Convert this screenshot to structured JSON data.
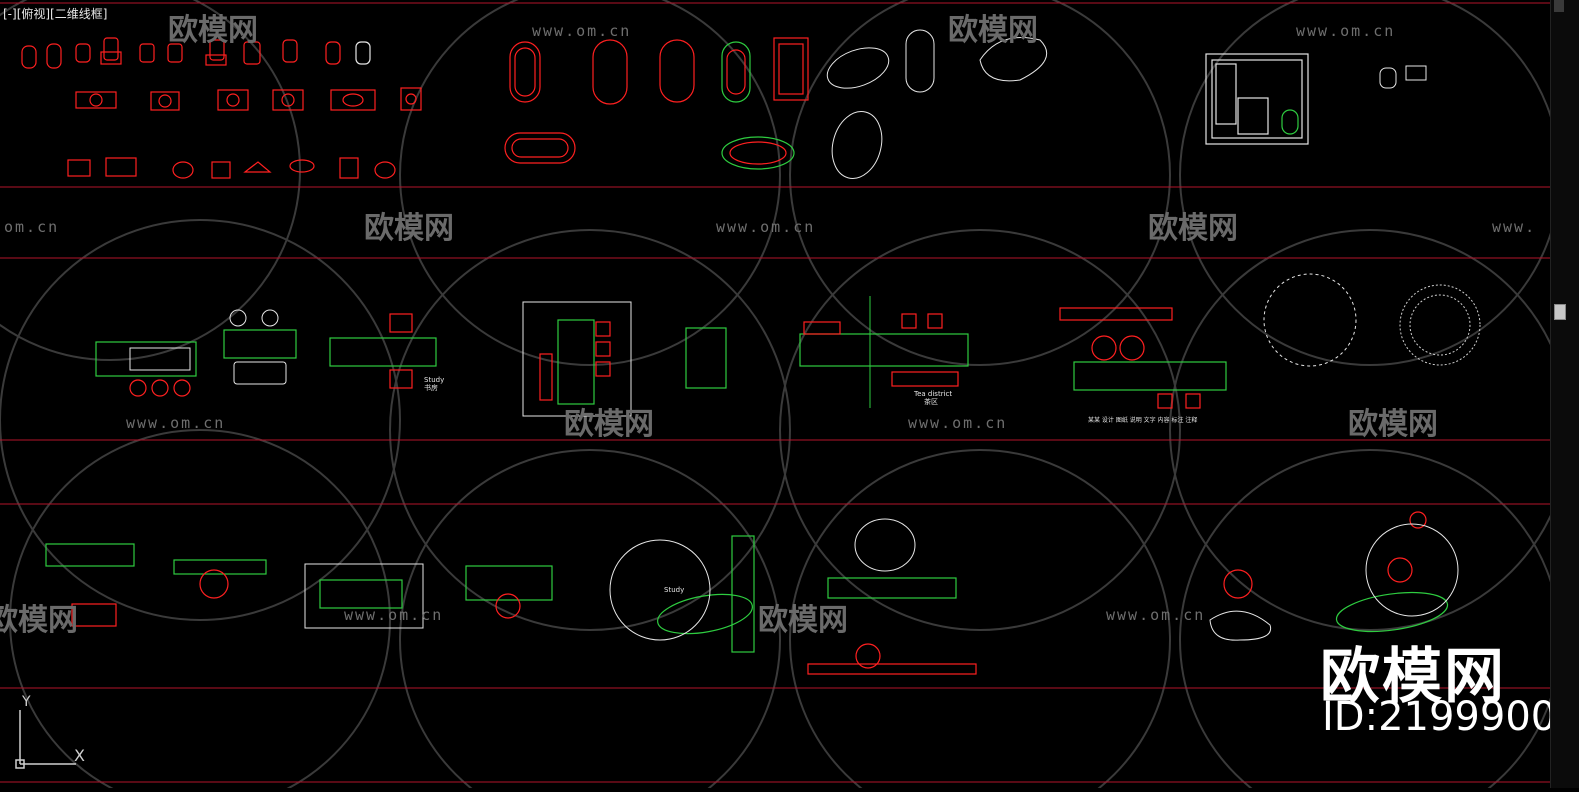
{
  "viewport": {
    "label": "[-][俯视][二维线框]"
  },
  "watermarks": {
    "url": "www.om.cn",
    "brand": "欧模网",
    "big_brand": "欧模网",
    "id_text": "ID:2199900"
  },
  "drawing_labels": {
    "study_1": "Study",
    "study_1_sub": "书房",
    "tea_district": "Tea district",
    "tea_district_sub": "茶区",
    "study_2": "Study",
    "note_text": "某某 设计 图纸  说明 文字 内容 标注 注释"
  },
  "ucs": {
    "y_label": "Y",
    "x_label": "X"
  },
  "colors": {
    "background": "#000000",
    "separator": "#b2142a",
    "red": "#ff2020",
    "green": "#2ecc40",
    "white": "#e6e6e6"
  }
}
